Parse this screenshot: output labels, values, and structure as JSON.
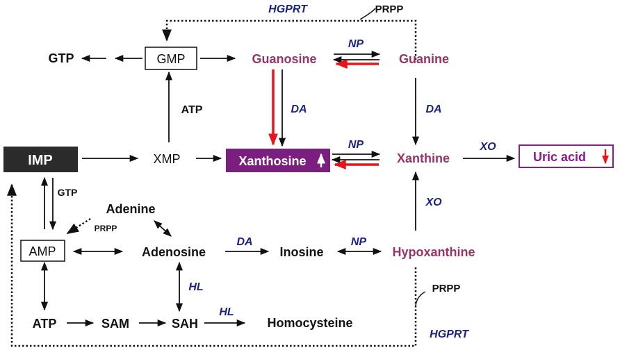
{
  "colors": {
    "metabolite_highlight": "#993366",
    "enzyme": "#1a237e",
    "flux_arrow": "#e8141a",
    "imp_box": "#2b2b2b",
    "xanthosine_box": "#7b1f7f",
    "uric_acid_border": "#8a1a8e"
  },
  "nodes": {
    "gtp_top": "GTP",
    "gmp": "GMP",
    "guanosine": "Guanosine",
    "guanine": "Guanine",
    "imp": "IMP",
    "xmp": "XMP",
    "xanthosine": "Xanthosine",
    "xanthine": "Xanthine",
    "uric_acid": "Uric acid",
    "adenine": "Adenine",
    "amp": "AMP",
    "adenosine": "Adenosine",
    "inosine": "Inosine",
    "hypoxanthine": "Hypoxanthine",
    "atp_bottom": "ATP",
    "sam": "SAM",
    "sah": "SAH",
    "homocysteine": "Homocysteine"
  },
  "cofactors": {
    "atp_mid": "ATP",
    "gtp_small": "GTP",
    "prpp_small": "PRPP",
    "prpp_top": "PRPP",
    "prpp_right": "PRPP"
  },
  "enzymes": {
    "hgprt_top": "HGPRT",
    "np_guanosine": "NP",
    "da_guanosine": "DA",
    "da_guanine": "DA",
    "np_xanthosine": "NP",
    "xo_xanthine": "XO",
    "xo_hypoxanthine": "XO",
    "da_adenosine": "DA",
    "np_inosine": "NP",
    "hl_sah": "HL",
    "hl_homocysteine": "HL",
    "hgprt_bottom": "HGPRT"
  },
  "indicators": {
    "xanthosine": "increased",
    "uric_acid": "decreased"
  }
}
